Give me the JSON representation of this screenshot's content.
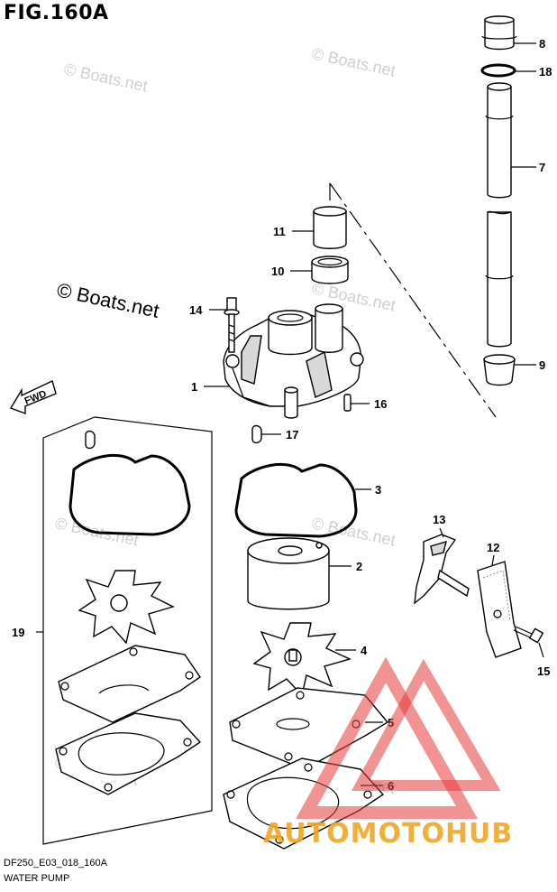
{
  "figure": {
    "title": "FIG.160A",
    "code": "DF250_E03_018_160A",
    "section": "WATER PUMP",
    "direction_label": "FWD"
  },
  "watermarks": {
    "small": "© Boats.net",
    "primary": "© Boats.net",
    "brand": "AUTOMOTOHUB",
    "brand_colors": {
      "a": "#f5b335",
      "b": "#f0a020",
      "hub": "#4a4a4a",
      "triangle": "#e83a3a"
    }
  },
  "callouts": [
    {
      "num": "8"
    },
    {
      "num": "18"
    },
    {
      "num": "7"
    },
    {
      "num": "9"
    },
    {
      "num": "11"
    },
    {
      "num": "10"
    },
    {
      "num": "14"
    },
    {
      "num": "1"
    },
    {
      "num": "16"
    },
    {
      "num": "17"
    },
    {
      "num": "3"
    },
    {
      "num": "2"
    },
    {
      "num": "4"
    },
    {
      "num": "5"
    },
    {
      "num": "6"
    },
    {
      "num": "13"
    },
    {
      "num": "12"
    },
    {
      "num": "15"
    },
    {
      "num": "19"
    }
  ]
}
